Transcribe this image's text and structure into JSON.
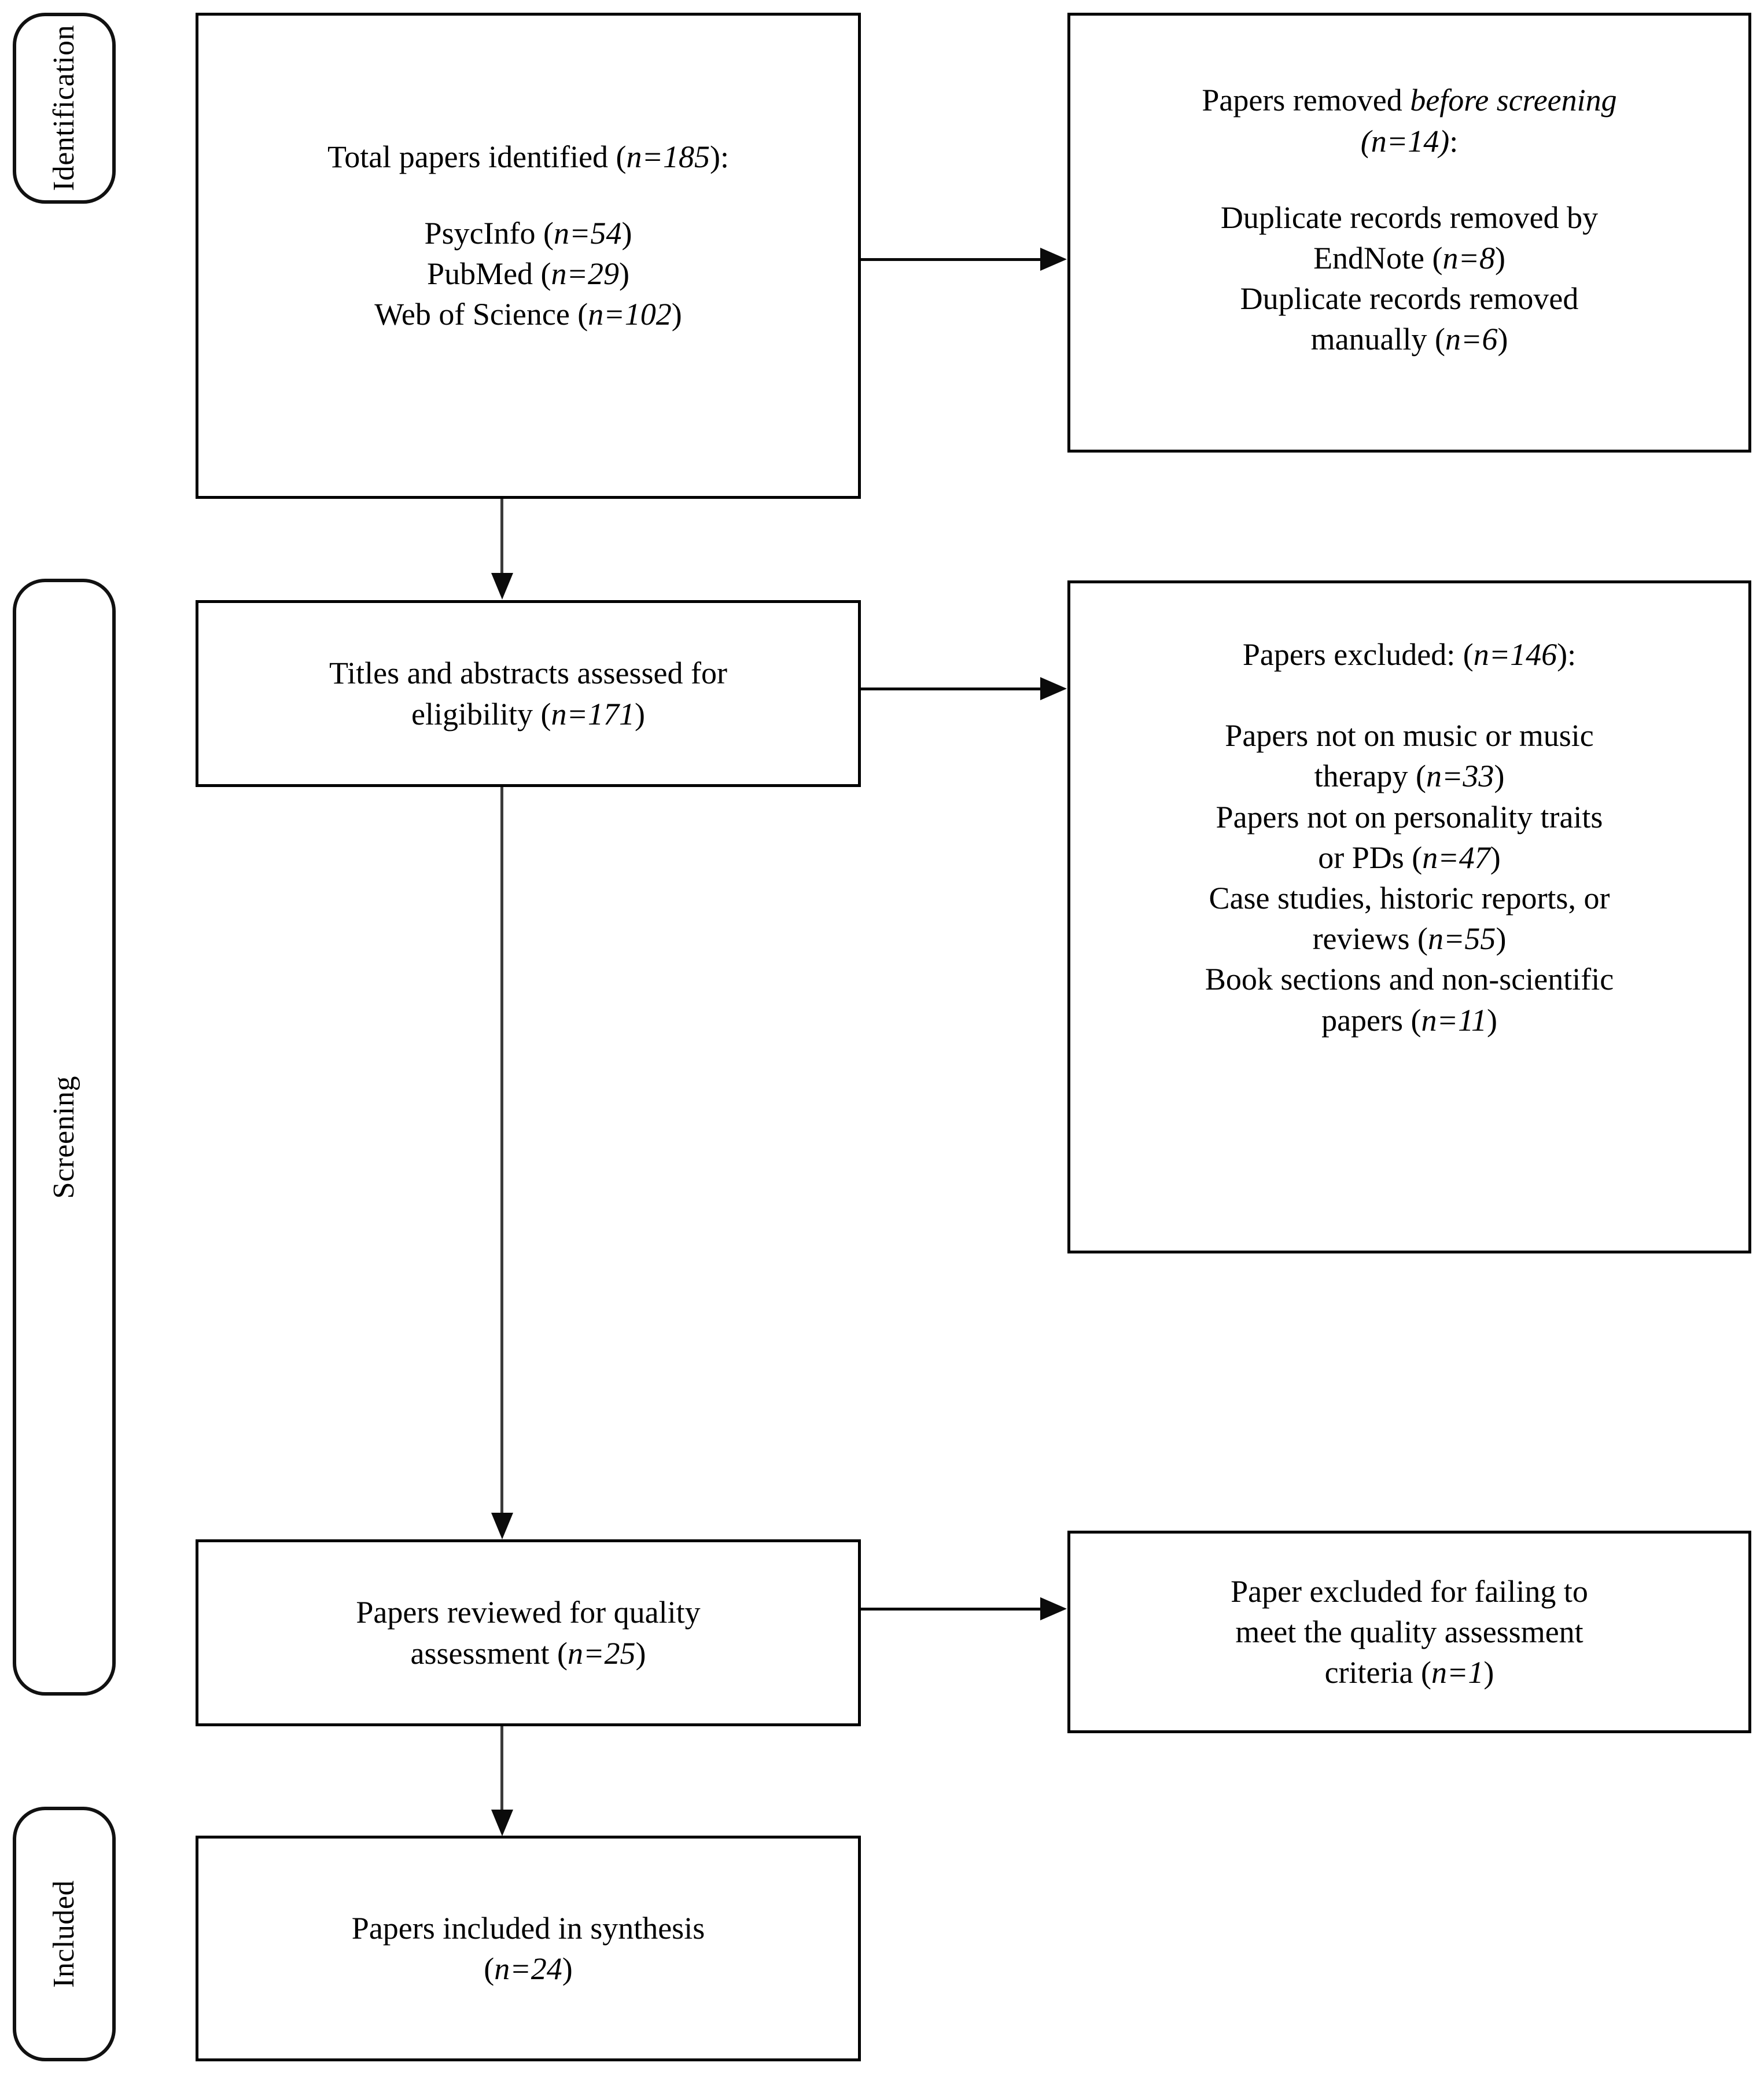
{
  "diagram": {
    "type": "PRISMA flow diagram",
    "stages": [
      {
        "id": "identification",
        "label": "Identification"
      },
      {
        "id": "screening",
        "label": "Screening"
      },
      {
        "id": "included",
        "label": "Included"
      }
    ],
    "boxes": {
      "identified": {
        "heading": "Total papers identified (",
        "heading_n": "n=185",
        "heading_tail": "):",
        "sources": [
          {
            "name": "PsycInfo (",
            "n": "n=54",
            "tail": ")"
          },
          {
            "name": "PubMed (",
            "n": "n=29",
            "tail": ")"
          },
          {
            "name": "Web of Science (",
            "n": "n=102",
            "tail": ")"
          }
        ]
      },
      "removed_before_screening": {
        "heading_lead": "Papers removed ",
        "heading_em": "before screening",
        "heading_n": "(n=14)",
        "heading_tail": ":",
        "reasons": [
          {
            "l1": "Duplicate records removed by",
            "l2_lead": "EndNote (",
            "l2_n": "n=8",
            "l2_tail": ")"
          },
          {
            "l1": "Duplicate records removed",
            "l2_lead": "manually (",
            "l2_n": "n=6",
            "l2_tail": ")"
          }
        ]
      },
      "titles_abstracts": {
        "line1": "Titles and abstracts assessed for",
        "line2_lead": "eligibility (",
        "line2_n": "n=171",
        "line2_tail": ")"
      },
      "excluded_screening": {
        "heading_lead": "Papers excluded: (",
        "heading_n": "n=146",
        "heading_tail": "):",
        "reasons": [
          {
            "l1": "Papers not on music or music",
            "l2_lead": "therapy (",
            "l2_n": "n=33",
            "l2_tail": ")"
          },
          {
            "l1": "Papers not on personality traits",
            "l2_lead": "or PDs (",
            "l2_n": "n=47",
            "l2_tail": ")"
          },
          {
            "l1": "Case studies, historic reports, or",
            "l2_lead": "reviews (",
            "l2_n": "n=55",
            "l2_tail": ")"
          },
          {
            "l1": "Book sections and non-scientific",
            "l2_lead": "papers (",
            "l2_n": "n=11",
            "l2_tail": ")"
          }
        ]
      },
      "quality_review": {
        "line1": "Papers reviewed for quality",
        "line2_lead": "assessment (",
        "line2_n": "n=25",
        "line2_tail": ")"
      },
      "quality_excluded": {
        "line1": "Paper excluded for failing to",
        "line2": "meet the quality assessment",
        "line3_lead": "criteria (",
        "line3_n": "n=1",
        "line3_tail": ")"
      },
      "included_synthesis": {
        "line1": "Papers included in synthesis",
        "line2_lead": "(",
        "line2_n": "n=24",
        "line2_tail": ")"
      }
    },
    "colors": {
      "stroke": "#000000",
      "connector": "#3b3b3b",
      "background": "#ffffff"
    }
  }
}
